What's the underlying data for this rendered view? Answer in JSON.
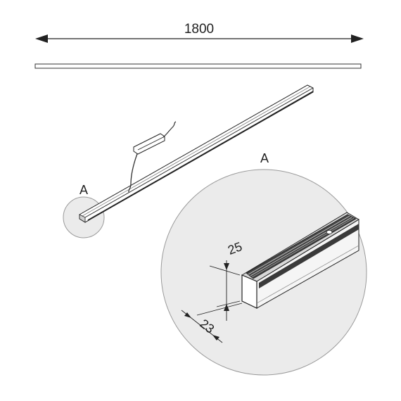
{
  "dimensions": {
    "length": "1800",
    "height": "25",
    "width": "23"
  },
  "callout": {
    "overview_label": "A",
    "detail_label": "A"
  },
  "colors": {
    "line": "#222222",
    "circle_fill": "#ebebeb",
    "circle_stroke": "#9a9a9a",
    "profile_dark": "#333333",
    "profile_light": "#bfbfbf"
  }
}
